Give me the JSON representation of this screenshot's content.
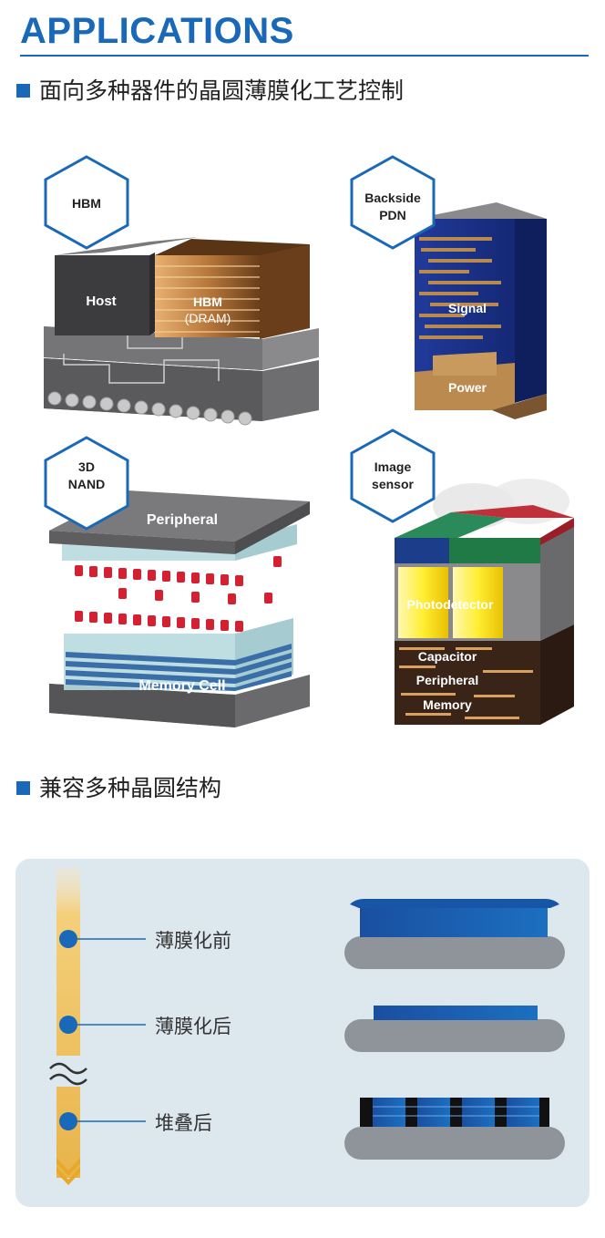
{
  "header": {
    "title": "APPLICATIONS"
  },
  "section1": {
    "title": "面向多种器件的晶圆薄膜化工艺控制"
  },
  "hbm": {
    "badge": "HBM",
    "host": "Host",
    "hbm_label_1": "HBM",
    "hbm_label_2": "(DRAM)"
  },
  "backside": {
    "badge_1": "Backside",
    "badge_2": "PDN",
    "signal": "Signal",
    "power": "Power"
  },
  "nand": {
    "badge_1": "3D",
    "badge_2": "NAND",
    "peripheral": "Peripheral",
    "memory_cell": "Memory Cell"
  },
  "image": {
    "badge_1": "Image",
    "badge_2": "sensor",
    "photodetector": "Photodetector",
    "capacitor": "Capacitor",
    "peripheral": "Peripheral",
    "memory": "Memory"
  },
  "section2": {
    "title": "兼容多种晶圆结构"
  },
  "stages": [
    "薄膜化前",
    "薄膜化后",
    "堆叠后"
  ],
  "colors": {
    "accent": "#1a68b8",
    "timeline": "#f0c060",
    "panel": "#dde7ee"
  }
}
